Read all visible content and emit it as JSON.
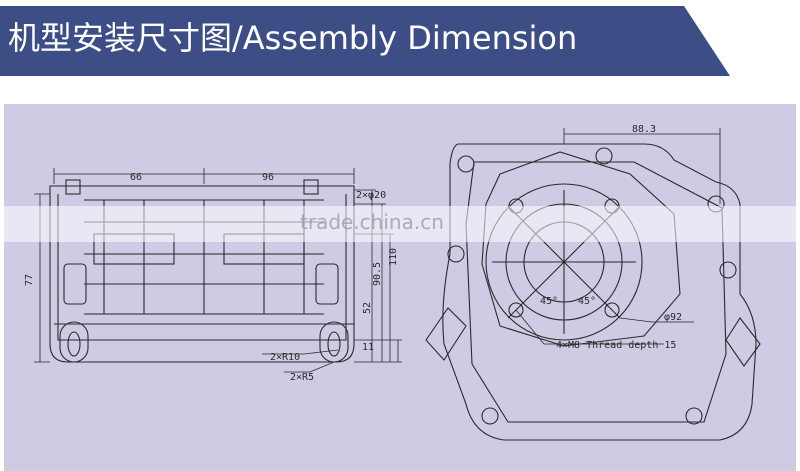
{
  "header": {
    "title": "机型安装尺寸图/Assembly Dimension"
  },
  "diagram": {
    "left_view": {
      "dim_top_left": "66",
      "dim_top_right": "96",
      "dim_left": "77",
      "dim_hole_top": "2×φ20",
      "dim_right_1": "110",
      "dim_right_2": "90.5",
      "dim_right_3": "52",
      "dim_right_4": "11",
      "dim_radius_1": "2×R10",
      "dim_radius_2": "2×R5"
    },
    "right_view": {
      "dim_top": "88.3",
      "angle_1": "45°",
      "angle_2": "45°",
      "diameter": "φ92",
      "thread_note": "4×M8 Thread depth 15"
    }
  },
  "watermark": {
    "text": "trade.china.cn"
  },
  "colors": {
    "banner": "#3d4d86",
    "panel": "#cfcbe5",
    "line": "#2a2a2a"
  }
}
